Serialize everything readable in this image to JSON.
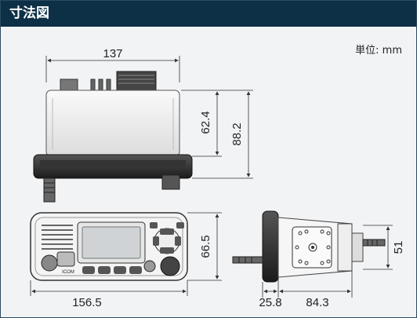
{
  "header": {
    "title": "寸法図"
  },
  "unit_label": "単位: mm",
  "dimensions": {
    "top_width": "137",
    "inner_height": "62.4",
    "total_height": "88.2",
    "front_width": "156.5",
    "front_height": "66.5",
    "side_height": "51",
    "side_depth_front": "25.8",
    "side_depth_rear": "84.3"
  },
  "front_panel": {
    "logo": "ICOM"
  }
}
